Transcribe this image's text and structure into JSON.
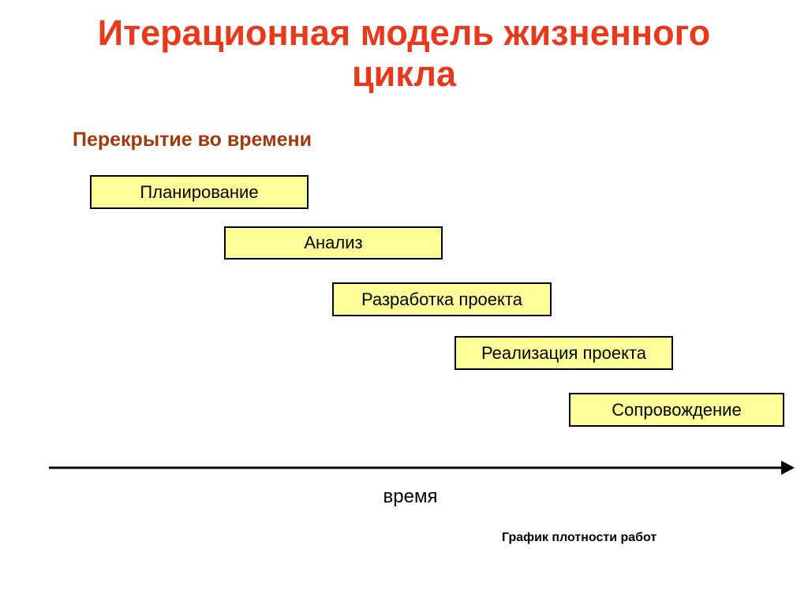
{
  "slide": {
    "title": "Итерационная модель жизненного цикла",
    "subtitle": "Перекрытие во времени",
    "stages": [
      {
        "label": "Планирование"
      },
      {
        "label": "Анализ"
      },
      {
        "label": "Разработка проекта"
      },
      {
        "label": "Реализация проекта"
      },
      {
        "label": "Сопровождение"
      }
    ],
    "time_axis_label": "время",
    "caption": "График плотности работ",
    "colors": {
      "title_text": "#e8391d",
      "subtitle_text": "#a1390f",
      "stage_fill": "#ffff99",
      "stage_border": "#000000",
      "axis_line": "#000000"
    }
  }
}
